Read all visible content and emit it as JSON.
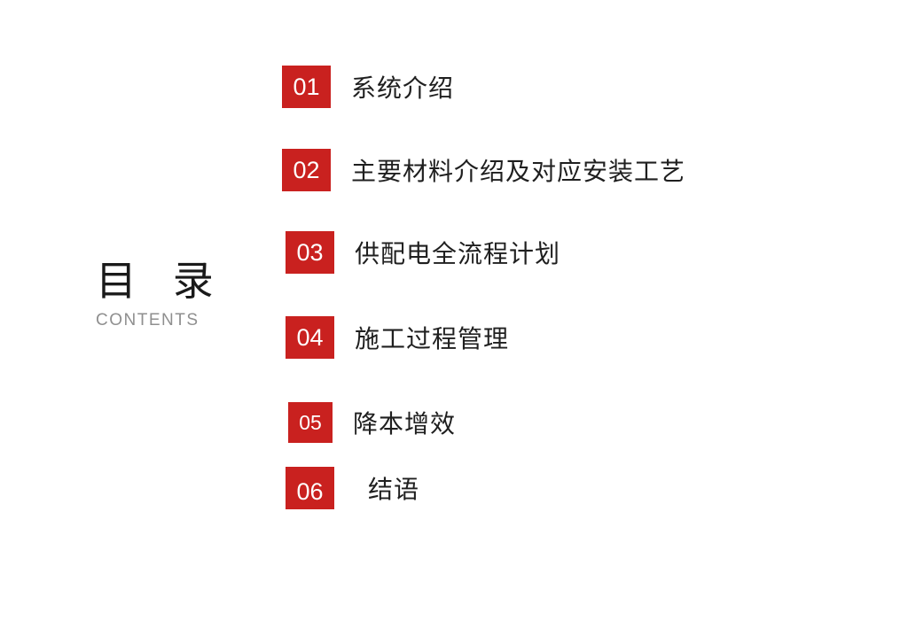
{
  "slide": {
    "title": "目 录",
    "subtitle": "CONTENTS",
    "accent_color": "#c9211f",
    "toc_items": [
      {
        "number": "01",
        "label": "系统介绍"
      },
      {
        "number": "02",
        "label": "主要材料介绍及对应安装工艺"
      },
      {
        "number": "03",
        "label": "供配电全流程计划"
      },
      {
        "number": "04",
        "label": "施工过程管理"
      },
      {
        "number": "05",
        "label": "降本增效"
      },
      {
        "number": "06",
        "label": "结语"
      }
    ]
  }
}
